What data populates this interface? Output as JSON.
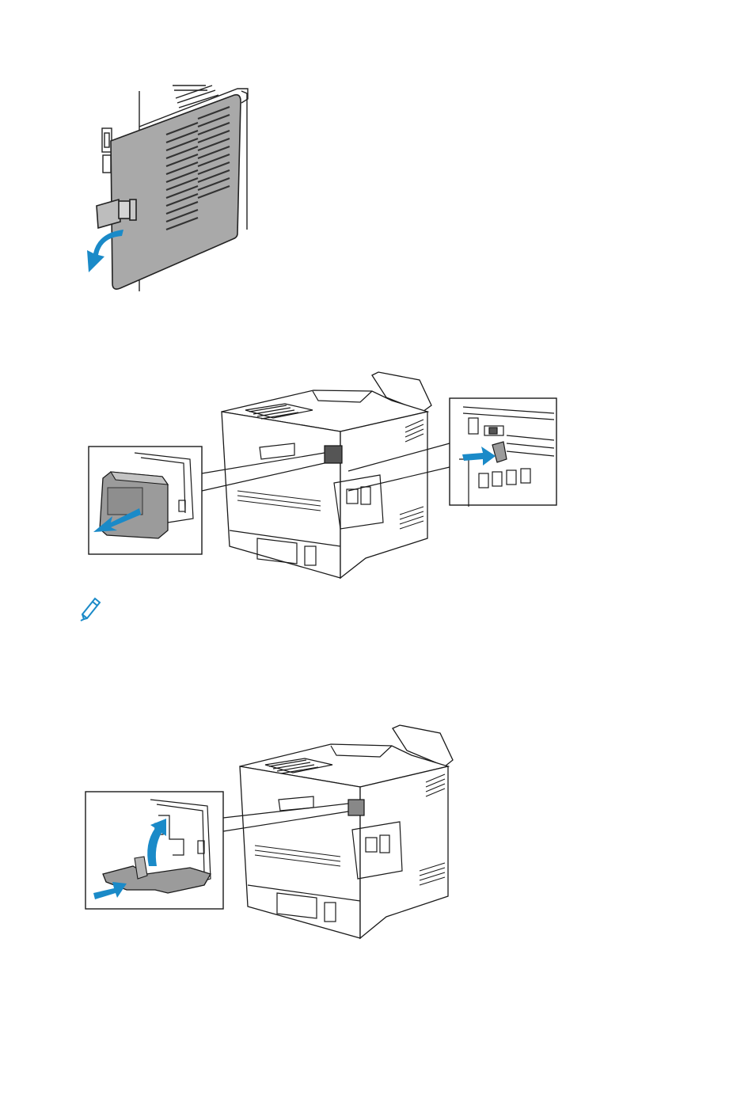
{
  "page": {
    "background": "#ffffff"
  },
  "figures": [
    {
      "id": "side-cover-removal",
      "icon": "arrow-open-icon"
    },
    {
      "id": "rear-port-cover",
      "icons": [
        "arrow-pull-icon",
        "arrow-push-icon"
      ]
    },
    {
      "id": "rear-port-cover-reinstall",
      "icons": [
        "arrow-insert-icon",
        "arrow-rotate-icon"
      ]
    }
  ],
  "note": {
    "icon": "pencil-note-icon"
  },
  "colors": {
    "arrow": "#1a8ac8",
    "panel": "#a7a7a7",
    "line": "#1a1a1a"
  }
}
